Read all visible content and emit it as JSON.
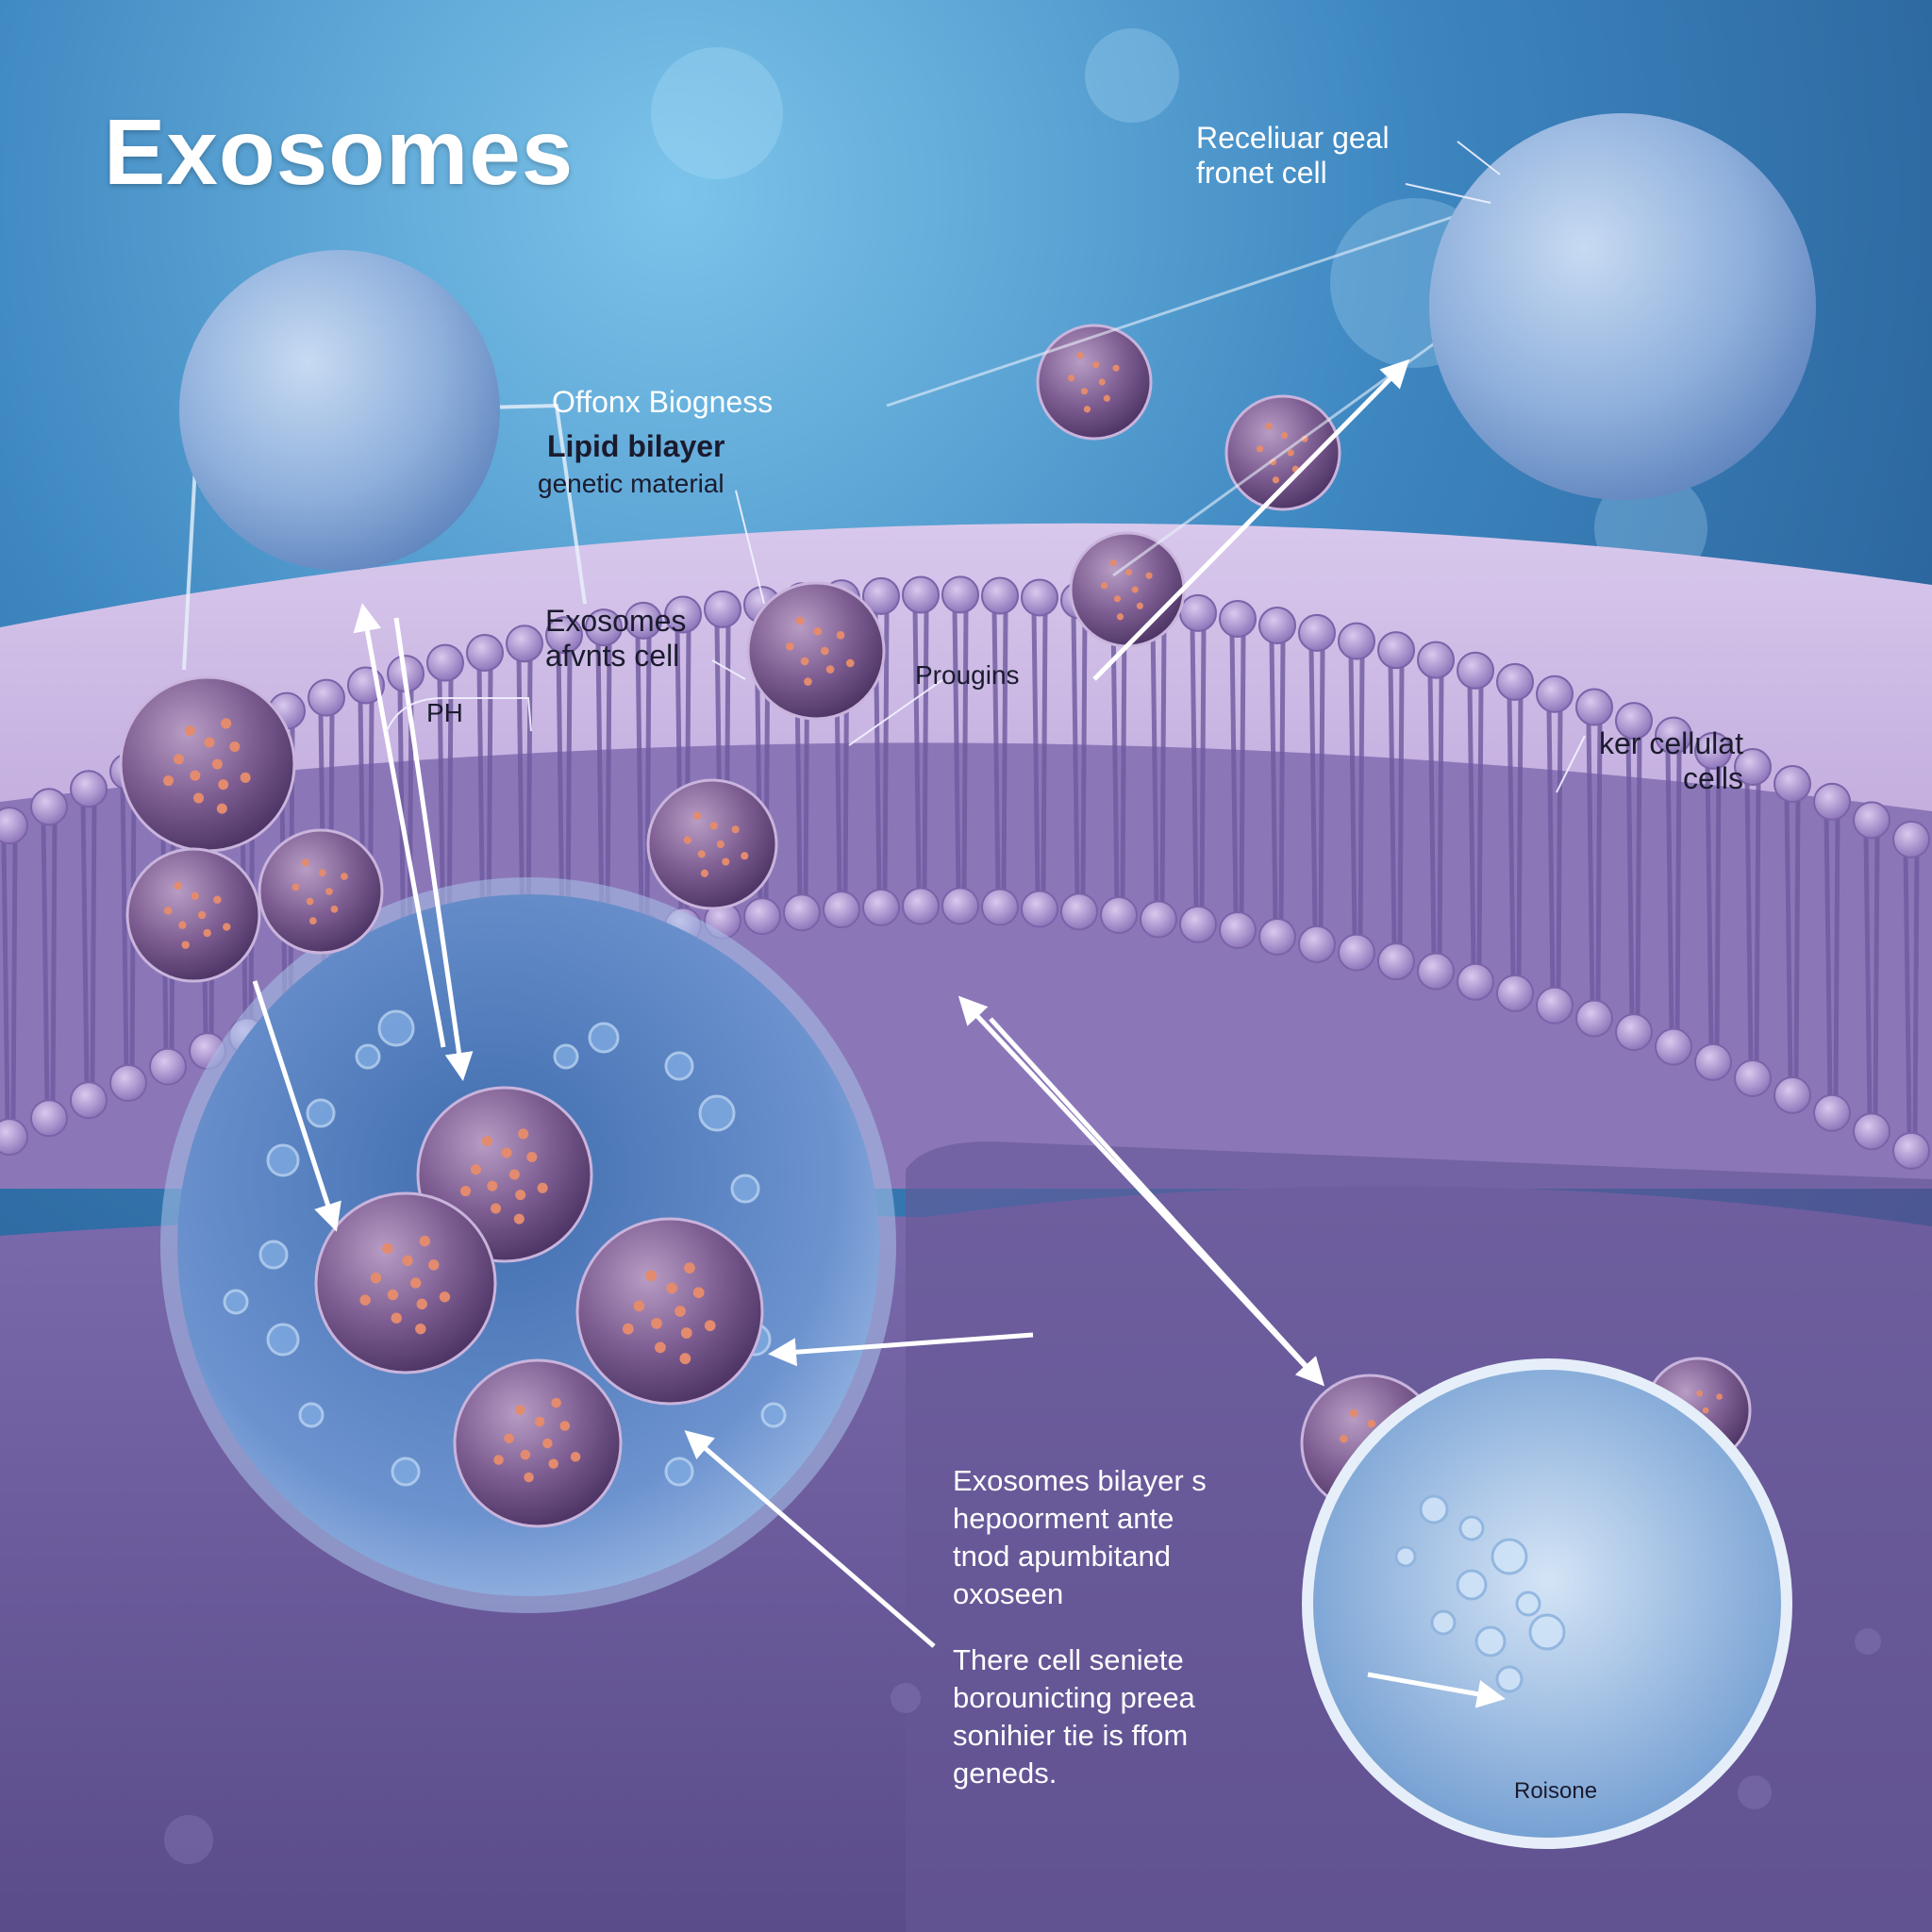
{
  "title": "Exosomes",
  "labels": {
    "receiving_cell": "Receliuar geal\nfronet cell",
    "biogenesis": "Offonx Biogness",
    "lipid_bilayer": "Lipid bilayer",
    "genetic_material": "genetic material",
    "exosomes_affects": "Exosomes\nafvnts cell",
    "ph": "PH",
    "proteins": "Prougins",
    "inter_cellular": "ker cellulat\ncells",
    "paragraph_1": "Exosomes bilayer s\nhepoorment ante\ntnod apumbitand\noxoseen",
    "paragraph_2": "There cell seniete\nborounicting preea\nsonihier tie is ffom\ngeneds.",
    "inset_caption": "Roisone"
  },
  "colors": {
    "background_top": "#2f6fa8",
    "background_light": "#6fb5e0",
    "membrane_top": "#c9b6e0",
    "membrane_head": "#9c86c4",
    "cytoplasm": "#6b5c9c",
    "vesicle_fill": "#8a6a9e",
    "cargo_dot": "#e08a6a",
    "arrow": "#ffffff",
    "sac_fill": "#8fb3e0"
  },
  "icons": {
    "arrow": "arrow-icon",
    "vesicle": "exosome-vesicle-icon"
  }
}
